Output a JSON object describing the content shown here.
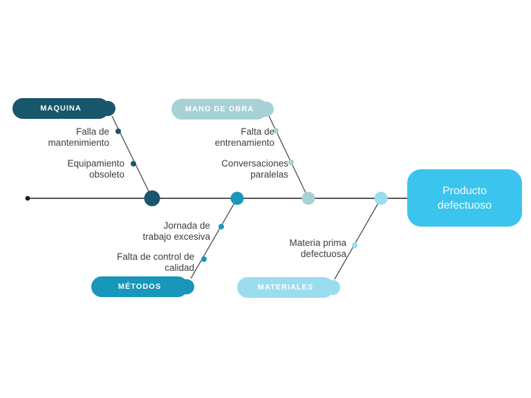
{
  "colors": {
    "spine": "#1c1c1c",
    "branch_line": "#4a4a4a",
    "maquina": "#17566b",
    "mano_de_obra": "#a6d2d6",
    "metodos": "#1897ba",
    "materiales": "#9cdcef",
    "effect_box": "#3bc4ee",
    "cause_text": "#3d3d3d"
  },
  "branches": [
    {
      "name": "MAQUINA",
      "causes": [
        {
          "lines": [
            "Falla de",
            "mantenimiento"
          ]
        },
        {
          "lines": [
            "Equipamiento",
            "obsoleto"
          ]
        }
      ]
    },
    {
      "name": "MANO DE OBRA",
      "causes": [
        {
          "lines": [
            "Falta de",
            "entrenamiento"
          ]
        },
        {
          "lines": [
            "Conversaciones",
            "paralelas"
          ]
        }
      ]
    },
    {
      "name": "MÉTODOS",
      "causes": [
        {
          "lines": [
            "Jornada de",
            "trabajo excesiva"
          ]
        },
        {
          "lines": [
            "Falta de control de",
            "calidad"
          ]
        }
      ]
    },
    {
      "name": "MATERIALES",
      "causes": [
        {
          "lines": [
            "Materia prima",
            "defectuosa"
          ]
        }
      ]
    }
  ],
  "effect": {
    "lines": [
      "Producto",
      "defectuoso"
    ]
  }
}
